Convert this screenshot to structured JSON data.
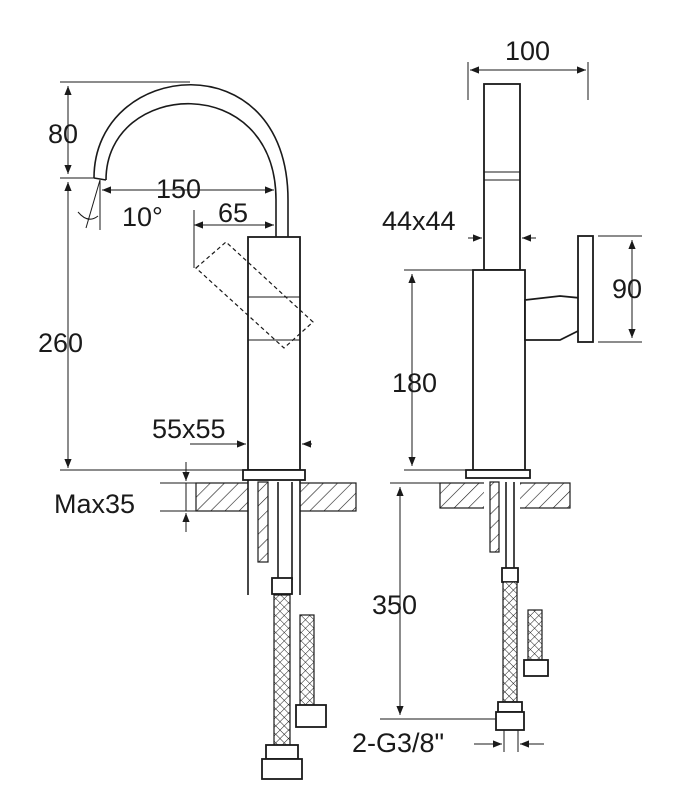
{
  "drawing": {
    "front_view": {
      "spout_height": "80",
      "spout_reach": "150",
      "spout_angle": "10°",
      "handle_offset": "65",
      "total_height": "260",
      "body_section": "55x55",
      "max_counter_thickness": "Max35"
    },
    "side_view": {
      "total_width": "100",
      "spout_section": "44x44",
      "handle_height": "90",
      "body_height": "180",
      "hose_length": "350",
      "connection": "2-G3/8\""
    }
  }
}
